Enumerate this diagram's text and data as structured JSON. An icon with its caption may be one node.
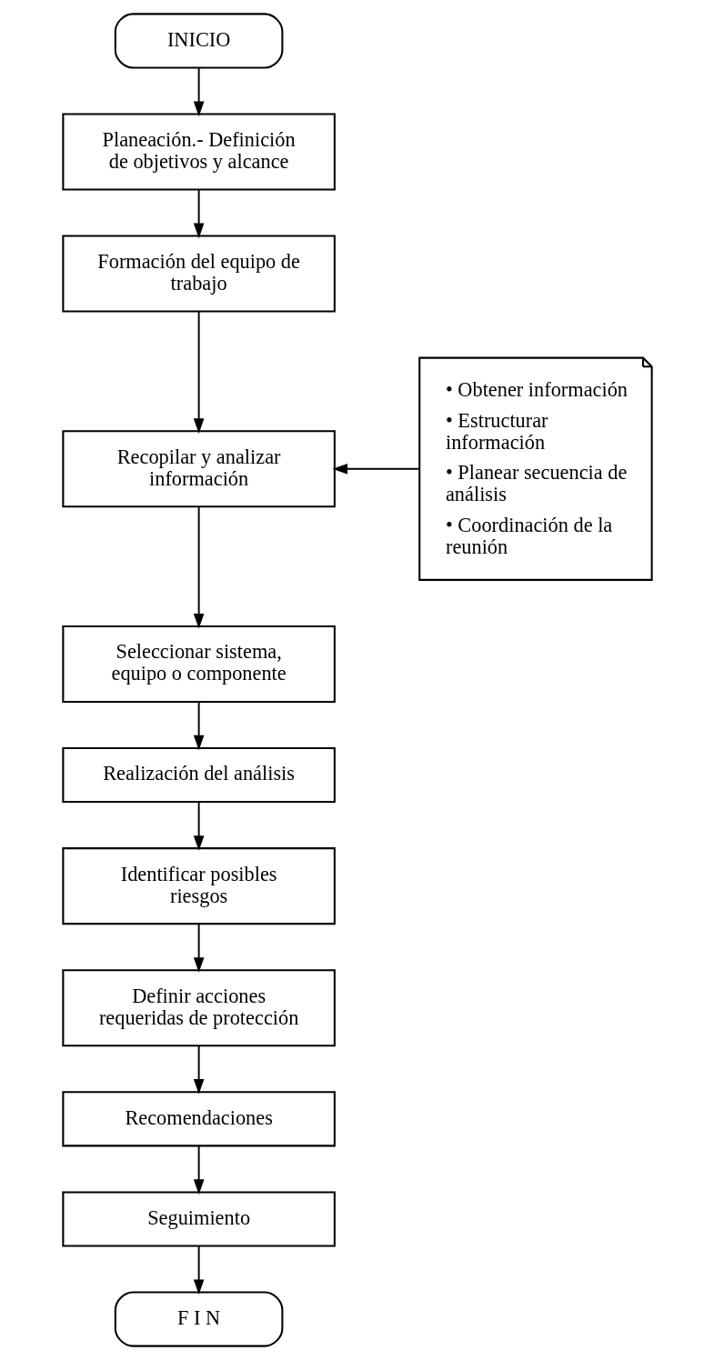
{
  "diagram": {
    "nodes": [
      {
        "text": [
          "INICIO"
        ]
      },
      {
        "text": [
          "Planeación.- Definición de objetivos y alcance"
        ]
      },
      {
        "text": [
          "Formación del equipo de trabajo"
        ]
      },
      {
        "text": [
          "Recopilar y analizar información"
        ]
      },
      {
        "text": [
          "Seleccionar sistema, equipo o componente"
        ]
      },
      {
        "text": [
          "Realización del análisis"
        ]
      },
      {
        "text": [
          "Identificar posibles riesgos"
        ]
      },
      {
        "text": [
          "Definir acciones requeridas de protección"
        ]
      },
      {
        "text": [
          "Recomendaciones"
        ]
      },
      {
        "text": [
          "Seguimiento"
        ]
      },
      {
        "text": [
          "F I N"
        ]
      },
      {
        "text": [
          "• Obtener información",
          "• Estructurar información",
          "• Planear secuencia de análisis",
          "• Coordinación de la reunión"
        ]
      }
    ],
    "edges": [
      {
        "from": 0,
        "to": 1,
        "arrow": "to"
      },
      {
        "from": 1,
        "to": 2,
        "arrow": "to"
      },
      {
        "from": 2,
        "to": 3,
        "arrow": "to"
      },
      {
        "from": 3,
        "to": 4,
        "arrow": "to"
      },
      {
        "from": 4,
        "to": 5,
        "arrow": "to"
      },
      {
        "from": 5,
        "to": 6,
        "arrow": "to"
      },
      {
        "from": 6,
        "to": 7,
        "arrow": "to"
      },
      {
        "from": 7,
        "to": 8,
        "arrow": "to"
      },
      {
        "from": 8,
        "to": 9,
        "arrow": "to"
      },
      {
        "from": 9,
        "to": 10,
        "arrow": "to"
      },
      {
        "from": 11,
        "to": 3,
        "arrow": "to"
      }
    ]
  }
}
